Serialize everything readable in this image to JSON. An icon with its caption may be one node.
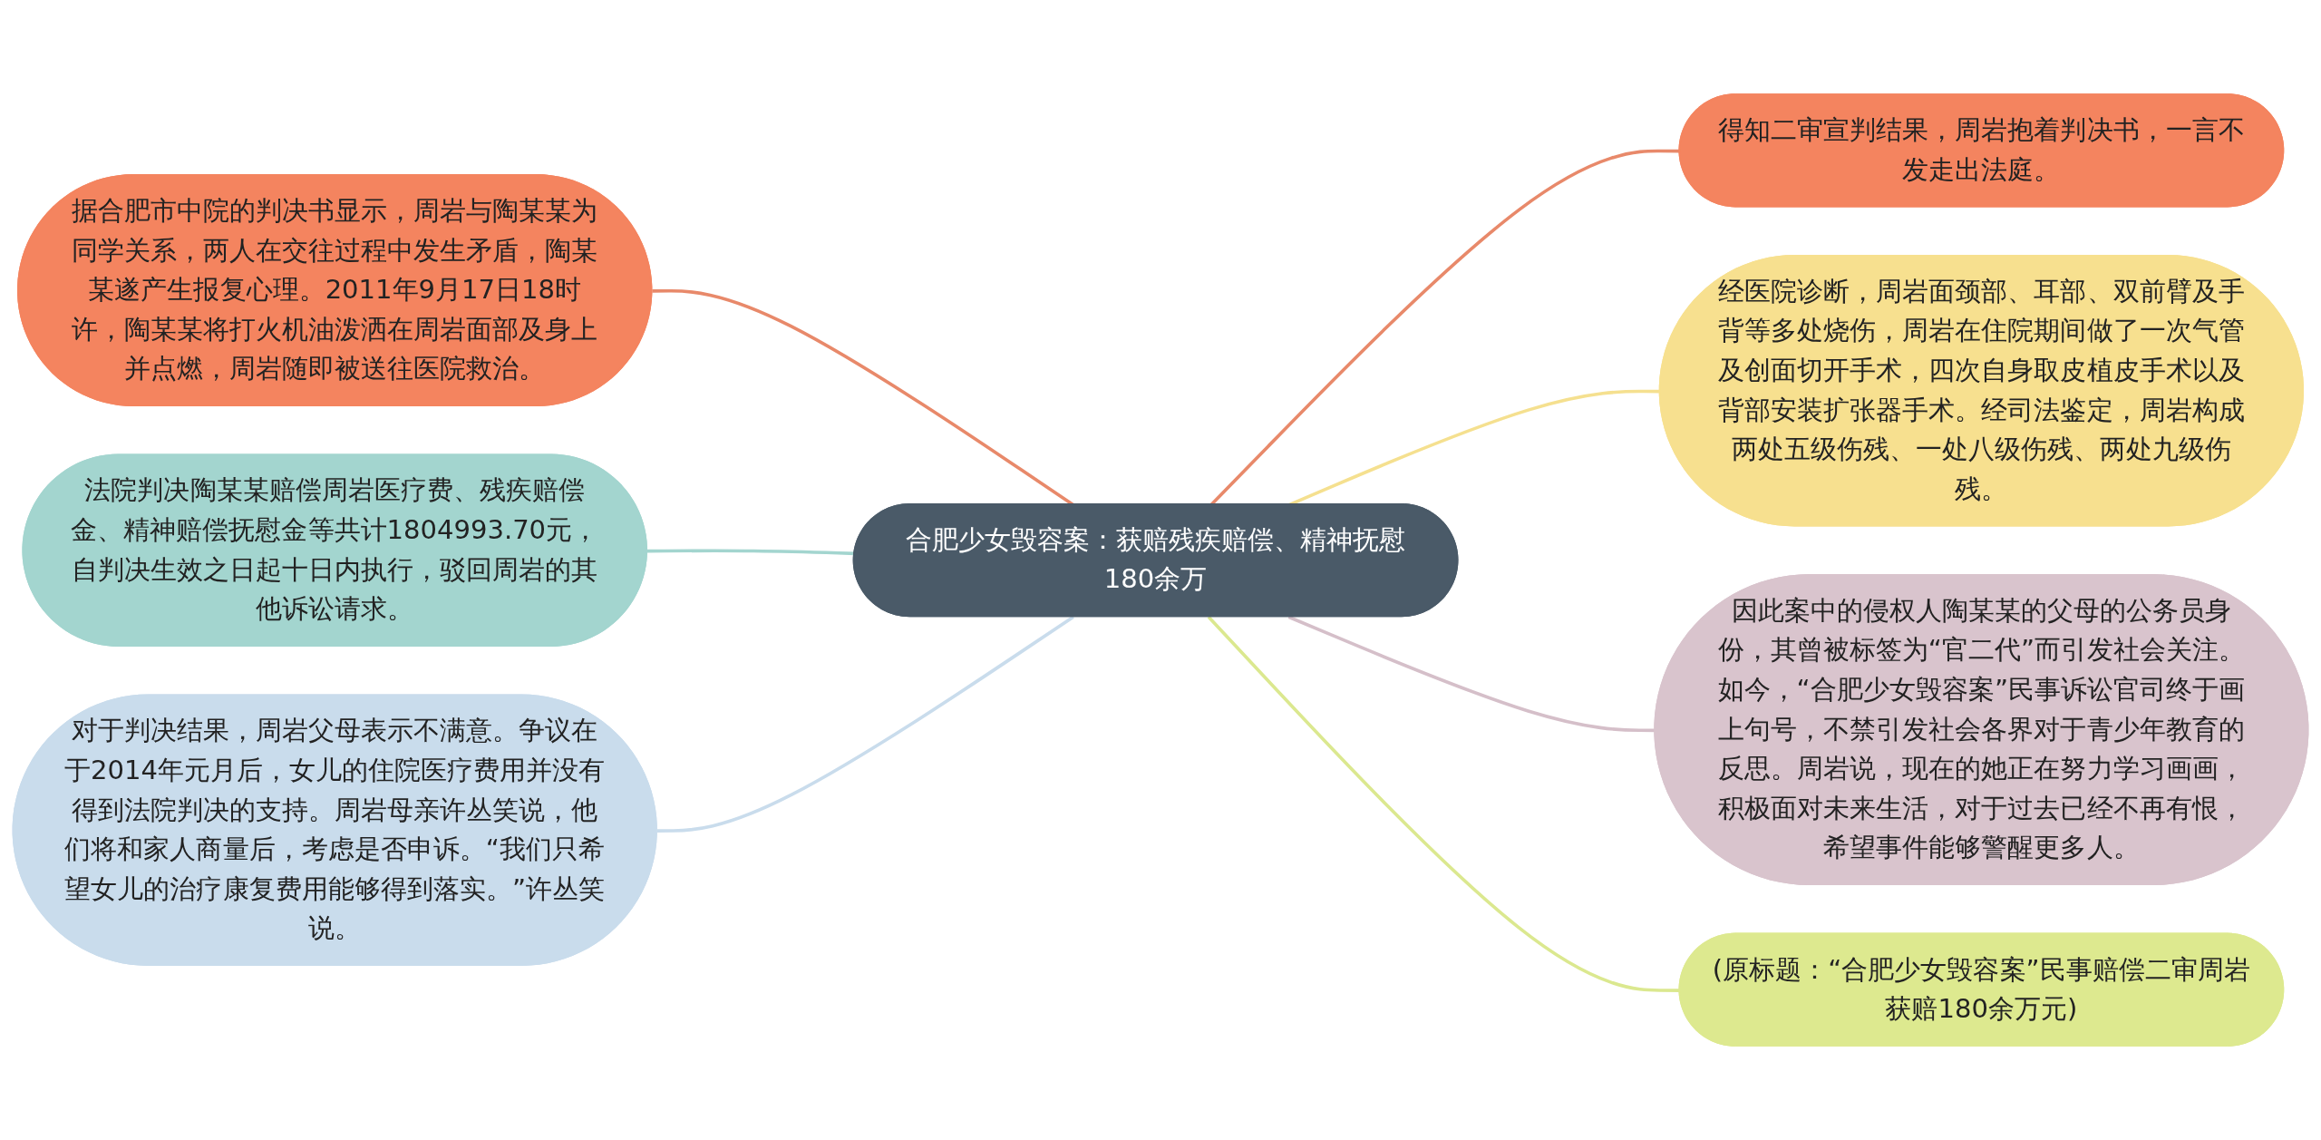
{
  "diagram": {
    "nodes": [
      {
        "text": [
          "合肥少女毁容案：获赔残疾赔偿、精神抚慰180余万"
        ]
      },
      {
        "text": [
          "据合肥市中院的判决书显示，周岩与陶某某为同学关系，两人在交往过程中发生矛盾，陶某某遂产生报复心理。2011年9月17日18时许，陶某某将打火机油泼洒在周岩面部及身上并点燃，周岩随即被送往医院救治。"
        ]
      },
      {
        "text": [
          "法院判决陶某某赔偿周岩医疗费、残疾赔偿金、精神赔偿抚慰金等共计1804993.70元，自判决生效之日起十日内执行，驳回周岩的其他诉讼请求。"
        ]
      },
      {
        "text": [
          "对于判决结果，周岩父母表示不满意。争议在于2014年元月后，女儿的住院医疗费用并没有得到法院判决的支持。周岩母亲许丛笑说，他们将和家人商量后，考虑是否申诉。“我们只希望女儿的治疗康复费用能够得到落实。”许丛笑说。"
        ]
      },
      {
        "text": [
          "得知二审宣判结果，周岩抱着判决书，一言不发走出法庭。"
        ]
      },
      {
        "text": [
          "经医院诊断，周岩面颈部、耳部、双前臂及手背等多处烧伤，周岩在住院期间做了一次气管及创面切开手术，四次自身取皮植皮手术以及背部安装扩张器手术。经司法鉴定，周岩构成两处五级伤残、一处八级伤残、两处九级伤残。"
        ]
      },
      {
        "text": [
          "因此案中的侵权人陶某某的父母的公务员身份，其曾被标签为“官二代”而引发社会关注。如今，“合肥少女毁容案”民事诉讼官司终于画上句号，不禁引发社会各界对于青少年教育的反思。周岩说，现在的她正在努力学习画画，积极面对未来生活，对于过去已经不再有恨，希望事件能够警醒更多人。"
        ]
      },
      {
        "text": [
          "(原标题：“合肥少女毁容案”民事赔偿二审周岩获赔180余万元)"
        ]
      }
    ],
    "edges": [
      {
        "from": 0,
        "to": 1,
        "arrow": "none",
        "color": "#e8896a"
      },
      {
        "from": 0,
        "to": 2,
        "arrow": "none",
        "color": "#a3d5cf"
      },
      {
        "from": 0,
        "to": 3,
        "arrow": "none",
        "color": "#c9dcec"
      },
      {
        "from": 0,
        "to": 4,
        "arrow": "none",
        "color": "#e8896a"
      },
      {
        "from": 0,
        "to": 5,
        "arrow": "none",
        "color": "#f5e08f"
      },
      {
        "from": 0,
        "to": 6,
        "arrow": "none",
        "color": "#d5bfc9"
      },
      {
        "from": 0,
        "to": 7,
        "arrow": "none",
        "color": "#dbe88f"
      }
    ]
  }
}
